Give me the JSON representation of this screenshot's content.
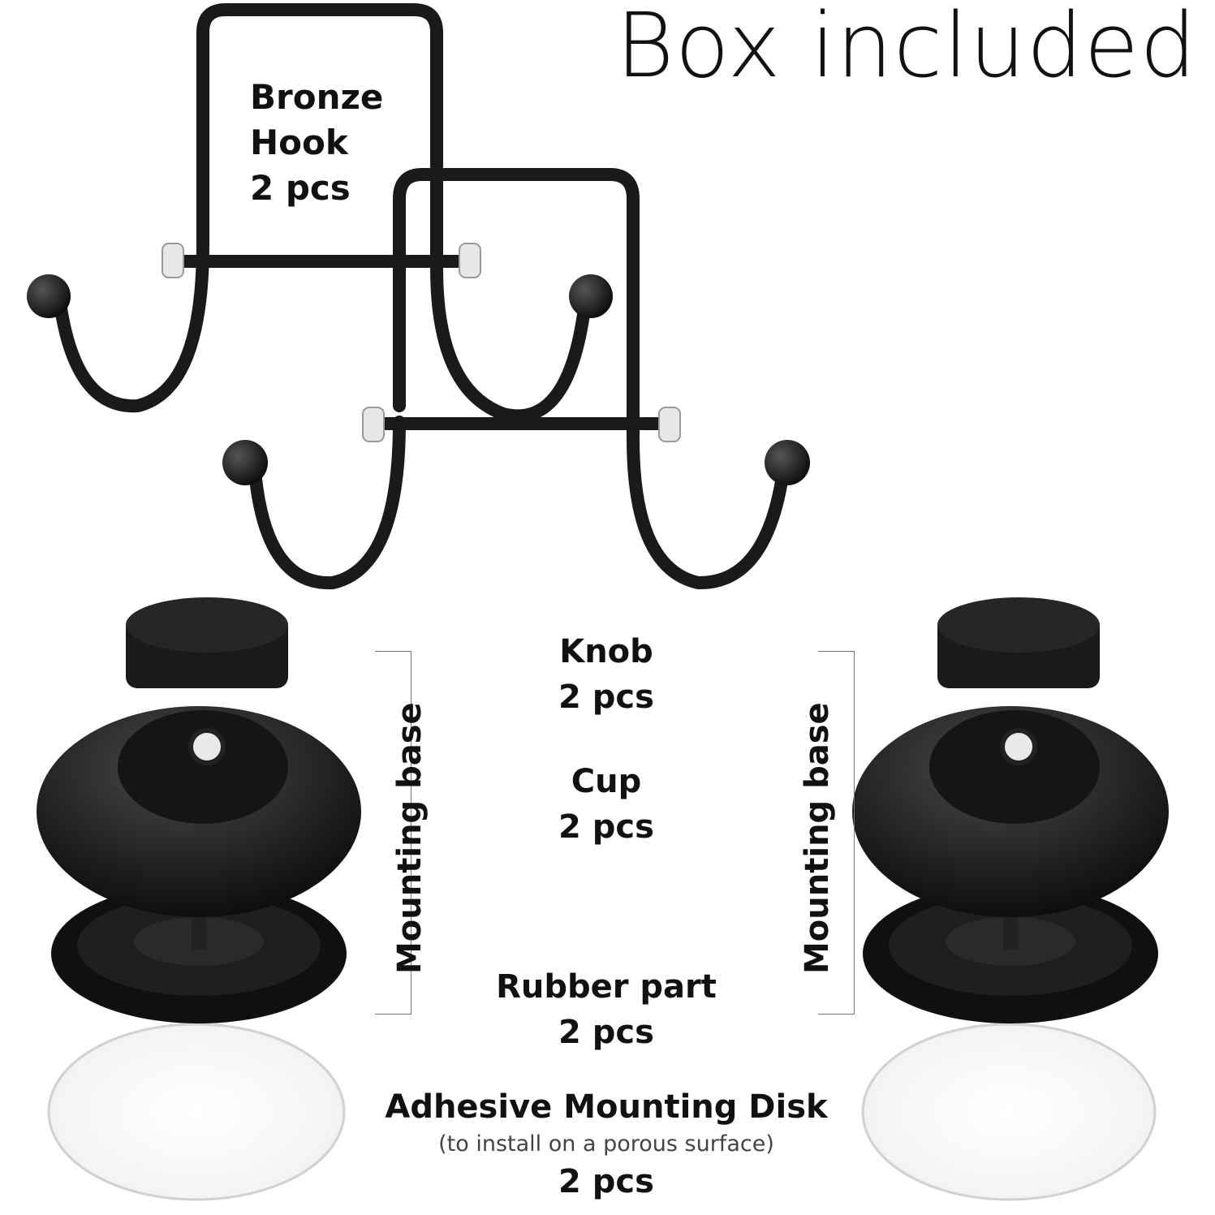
{
  "title": "Box included",
  "hook": {
    "line1": "Bronze",
    "line2": "Hook",
    "line3": "2 pcs"
  },
  "knob": {
    "name": "Knob",
    "qty": "2 pcs"
  },
  "cup": {
    "name": "Cup",
    "qty": "2 pcs"
  },
  "rubber": {
    "name": "Rubber part",
    "qty": "2 pcs"
  },
  "disk": {
    "name": "Adhesive Mounting Disk",
    "note": "(to install on a porous surface)",
    "qty": "2 pcs"
  },
  "mounting_base_left": "Mounting base",
  "mounting_base_right": "Mounting base",
  "colors": {
    "metal": "#1a1a1a",
    "background": "#ffffff",
    "disk": "#eef0ef"
  }
}
